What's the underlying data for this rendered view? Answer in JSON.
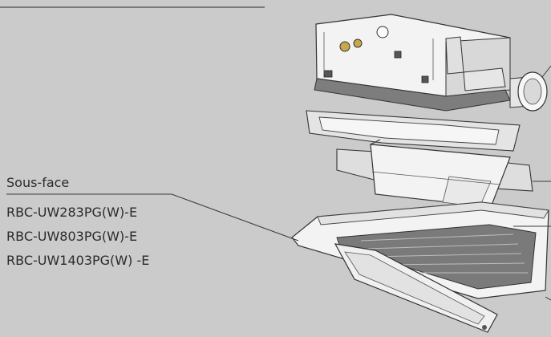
{
  "caption": {
    "heading": "Sous-face",
    "models": [
      "RBC-UW283PG(W)-E",
      "RBC-UW803PG(W)-E",
      "RBC-UW1403PG(W) -E"
    ]
  },
  "colors": {
    "background": "#cbcbcb",
    "leader_line": "#3a3a3a",
    "unit_light": "#f2f2f2",
    "unit_shadow": "#8e8e8e",
    "unit_dark": "#3d3d3d"
  }
}
